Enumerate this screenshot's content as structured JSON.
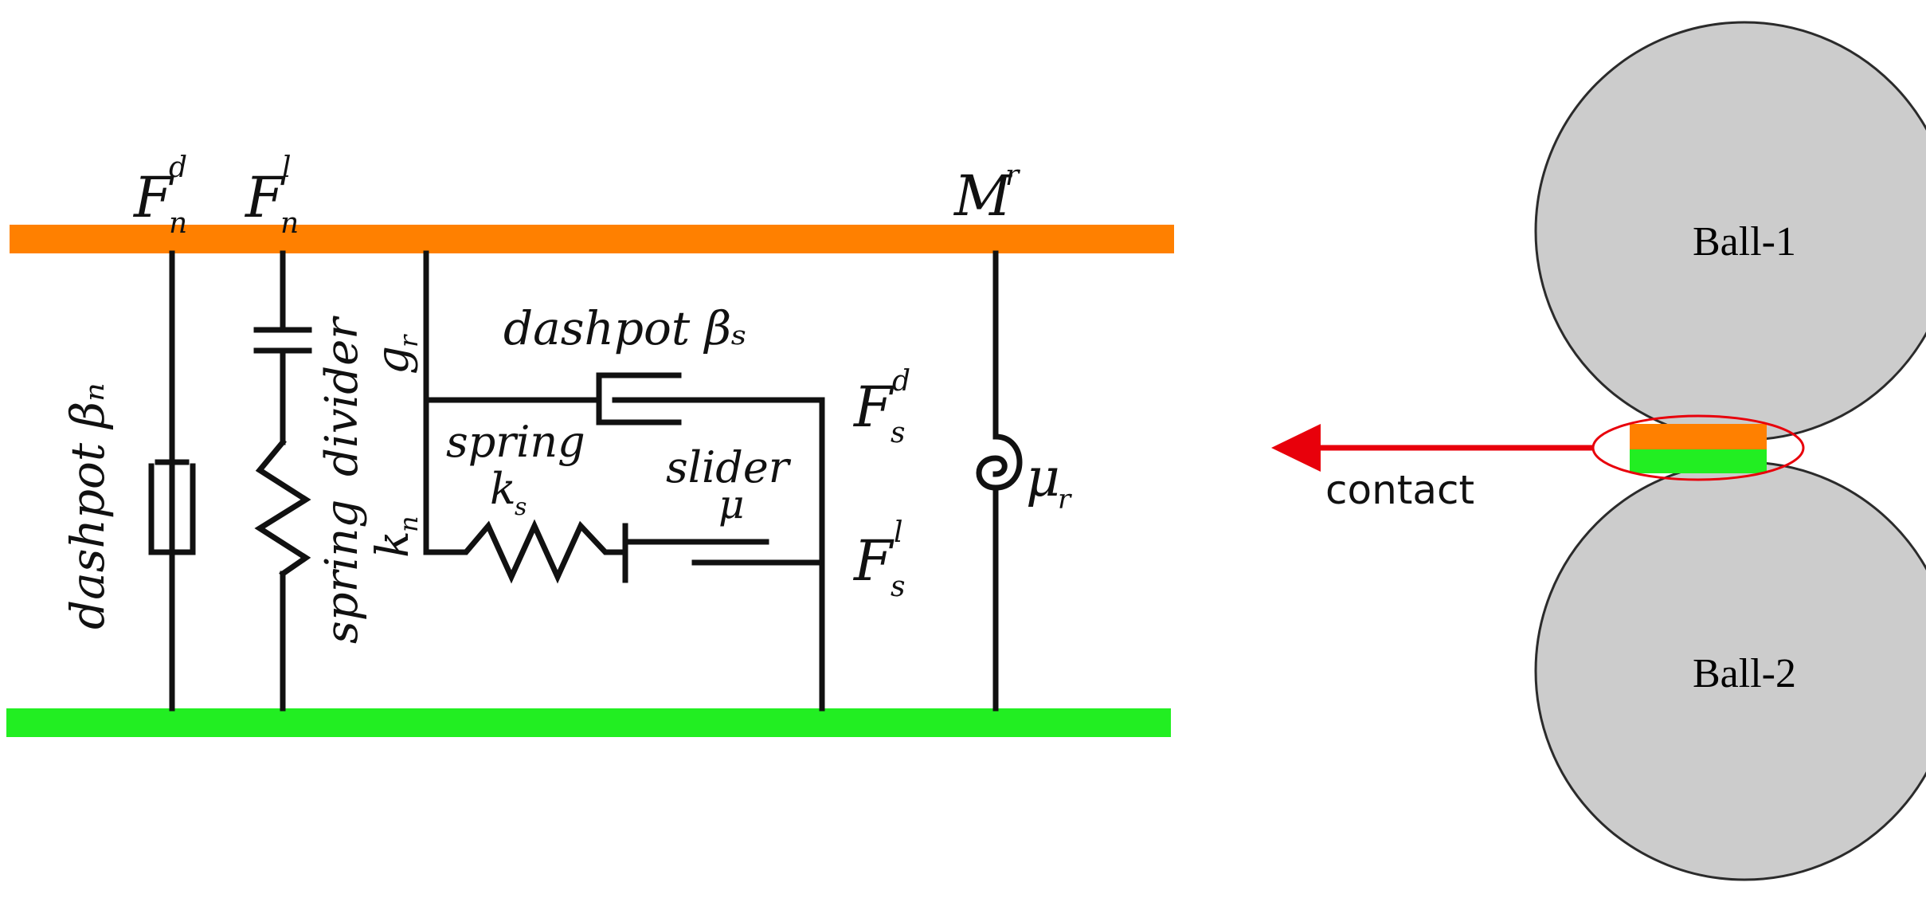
{
  "colors": {
    "upper_plate": "#ff8000",
    "lower_plate": "#22ee22",
    "arrow": "#e8000b",
    "ball_fill": "#cccccc",
    "ball_stroke": "#2b2b2b",
    "wire": "#111111"
  },
  "labels": {
    "f_n_d": {
      "base": "F",
      "sub": "n",
      "sup": "d"
    },
    "f_n_l": {
      "base": "F",
      "sub": "n",
      "sup": "l"
    },
    "m_r": {
      "base": "M",
      "sup": "r"
    },
    "dashpot_n": "dashpot βₙ",
    "divider": "divider",
    "g_r": {
      "base": "g",
      "sub": "r"
    },
    "spring_n": "spring",
    "k_n": {
      "base": "k",
      "sub": "n"
    },
    "dashpot_s": "dashpot βₛ",
    "spring_s": "spring",
    "k_s": {
      "base": "k",
      "sub": "s"
    },
    "slider": "slider",
    "mu": "μ",
    "f_s_d": {
      "base": "F",
      "sub": "s",
      "sup": "d"
    },
    "f_s_l": {
      "base": "F",
      "sub": "s",
      "sup": "l"
    },
    "mu_r": {
      "base": "μ",
      "sub": "r"
    }
  },
  "balls": {
    "ball1": "Ball-1",
    "ball2": "Ball-2"
  },
  "contact_label": "contact"
}
